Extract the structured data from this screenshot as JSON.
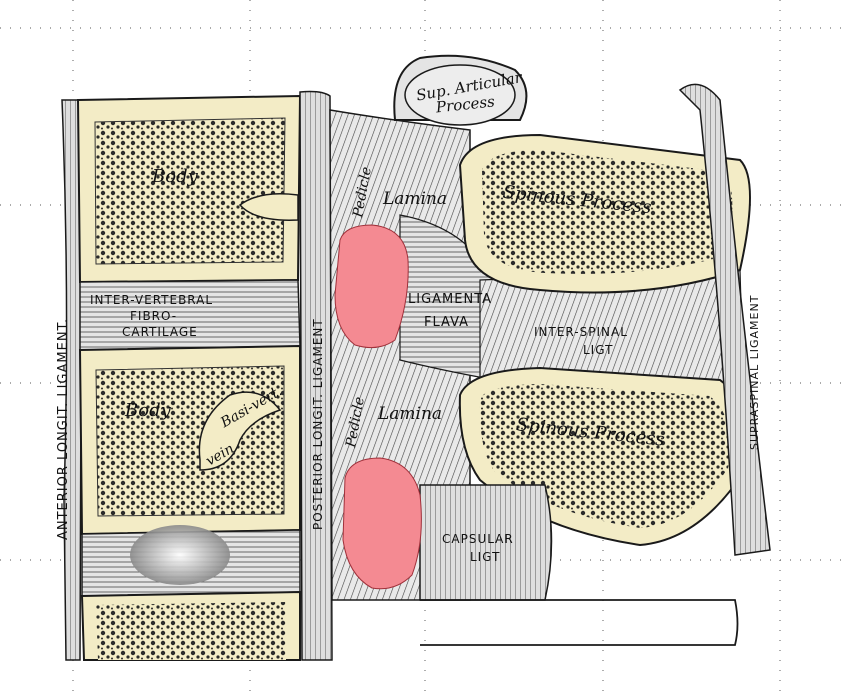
{
  "labels": {
    "sup_articular_line1": "Sup. Articular",
    "sup_articular_line2": "Process",
    "body_upper": "Body",
    "body_lower": "Body",
    "basivert_line1": "Basi-vert.",
    "basivert_line2": "vein",
    "lamina_upper": "Lamina",
    "lamina_lower": "Lamina",
    "pedicle_upper": "Pedicle",
    "pedicle_lower": "Pedicle",
    "spinous_upper": "Spinous Process",
    "spinous_lower": "Spinous Process",
    "ligamenta_line1": "LIGAMENTA",
    "ligamenta_line2": "FLAVA",
    "interspinal_line1": "INTER-SPINAL",
    "interspinal_line2": "LIGT",
    "intervertebral_line1": "INTER-VERTEBRAL",
    "intervertebral_line2": "FIBRO-",
    "intervertebral_line3": "CARTILAGE",
    "capsular_line1": "CAPSULAR",
    "capsular_line2": "LIGT",
    "anterior_long": "ANTERIOR  LONGIT.  LIGAMENT.",
    "posterior_long": "POSTERIOR  LONGIT.  LIGAMENT",
    "supraspinal": "SUPRASPINAL  LIGAMENT"
  },
  "colors": {
    "bone": "#f3ecc6",
    "outline": "#1a1a1a",
    "foramen_highlight": "#f48a92",
    "ligament_gray": "#cfcfcf"
  }
}
